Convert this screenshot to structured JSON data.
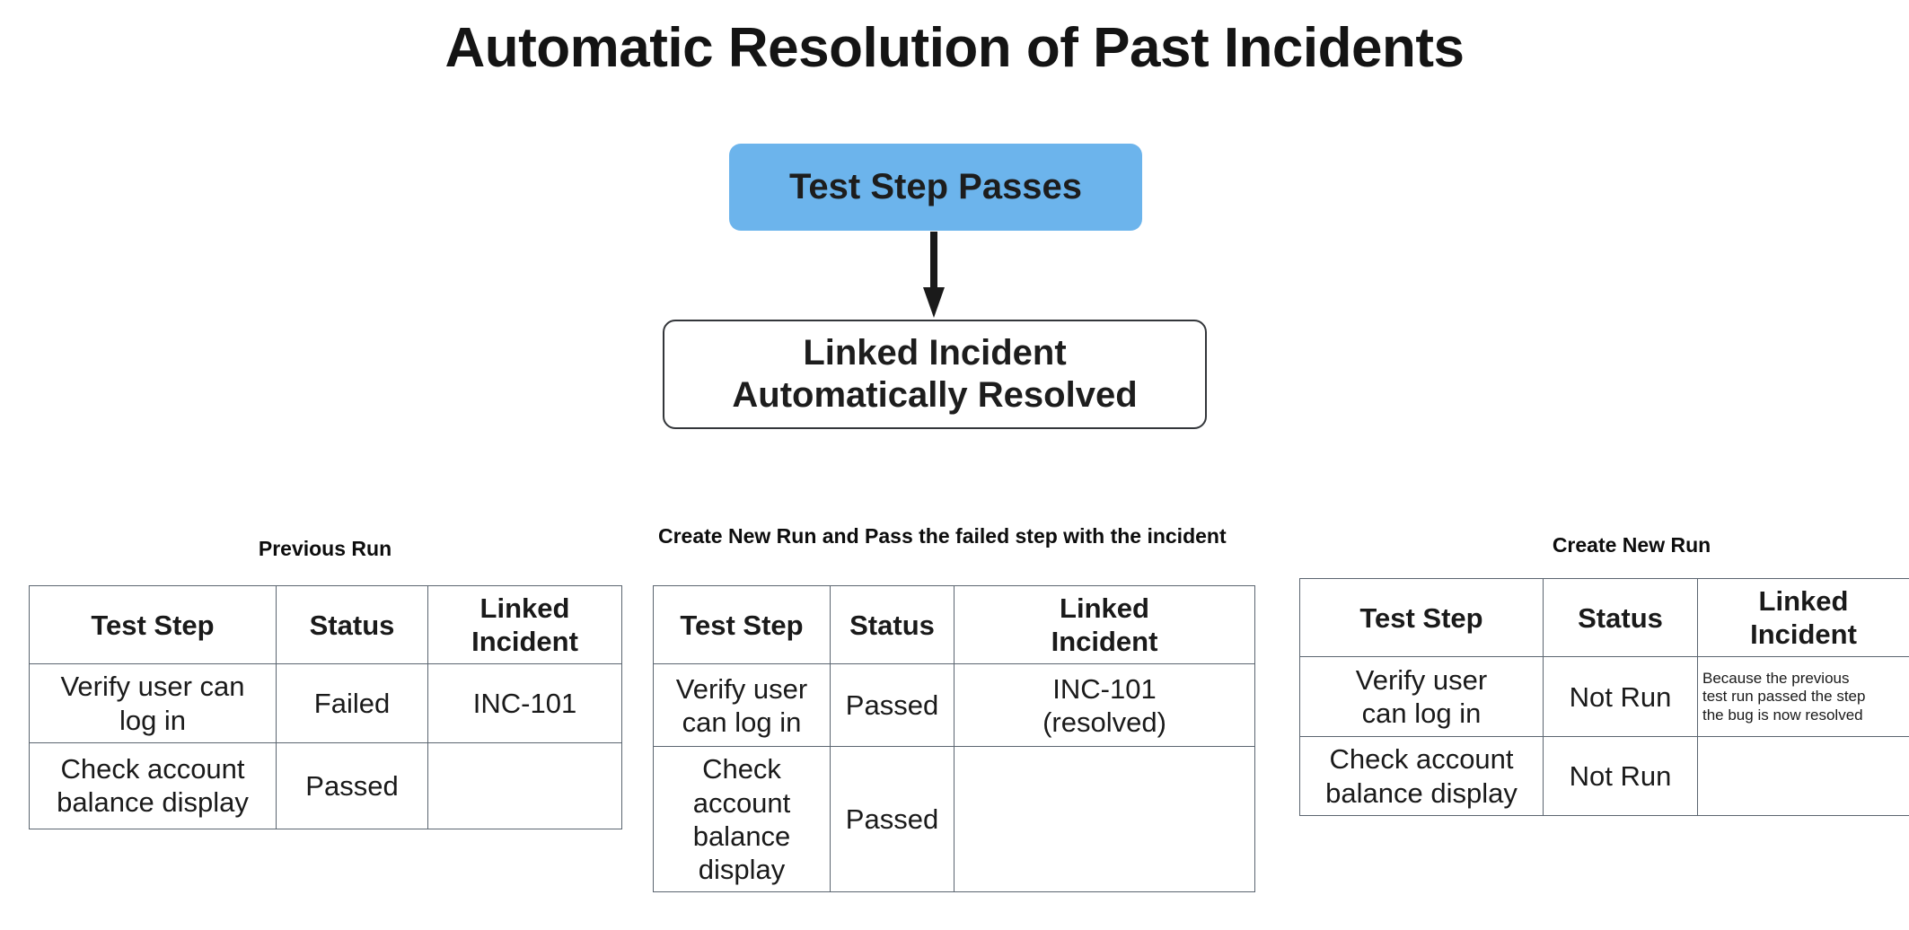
{
  "page": {
    "title": "Automatic Resolution of Past Incidents",
    "background": "#ffffff"
  },
  "flow": {
    "nodes": [
      {
        "id": "test-step-passes",
        "label": "Test Step Passes",
        "fill": "#6cb4ec",
        "shape": "rounded-rect"
      },
      {
        "id": "linked-incident-resolved",
        "line1": "Linked Incident",
        "line2": "Automatically Resolved",
        "fill": "#ffffff",
        "border": "#33363a",
        "shape": "rounded-rect"
      }
    ],
    "connector": {
      "type": "arrow-down",
      "color": "#1a1a1a"
    }
  },
  "colors": {
    "passed": "#11b24f",
    "failed": "#f22020",
    "not_run": "#9a9a9a",
    "border": "#5b6570",
    "accent_blue": "#6cb4ec"
  },
  "columns": [
    "Test Step",
    "Status",
    "Linked Incident"
  ],
  "columns_split": {
    "c3_line1": "Linked",
    "c3_line2": "Incident"
  },
  "tables": [
    {
      "id": "previous-run",
      "caption": "Previous Run",
      "caption_align": "center",
      "headers": [
        "Test Step",
        "Status",
        "Linked Incident"
      ],
      "rows": [
        {
          "step_line1": "Verify user can",
          "step_line2": "log in",
          "status": "Failed",
          "status_state": "failed",
          "linked": "INC-101"
        },
        {
          "step_line1": "Check account",
          "step_line2": "balance display",
          "status": "Passed",
          "status_state": "passed",
          "linked": ""
        }
      ]
    },
    {
      "id": "create-new-run-and-pass",
      "caption": "Create New Run and Pass the failed step with the incident",
      "caption_align": "left",
      "headers": [
        "Test Step",
        "Status",
        "Linked Incident"
      ],
      "rows": [
        {
          "step_line1": "Verify user",
          "step_line2": "can log in",
          "status": "Passed",
          "status_state": "passed",
          "linked_line1": "INC-101",
          "linked_line2": "(resolved)"
        },
        {
          "step_line1": "Check account",
          "step_line2": "balance display",
          "status": "Passed",
          "status_state": "passed",
          "linked_line1": "",
          "linked_line2": ""
        }
      ]
    },
    {
      "id": "create-new-run",
      "caption": "Create New Run",
      "caption_align": "center",
      "headers": [
        "Test Step",
        "Status",
        "Linked Incident"
      ],
      "rows": [
        {
          "step_line1": "Verify user",
          "step_line2": "can log in",
          "status": "Not Run",
          "status_state": "not-run",
          "note_line1": "Because the previous",
          "note_line2": "test run passed the step",
          "note_line3": "the bug is now resolved"
        },
        {
          "step_line1": "Check account",
          "step_line2": "balance display",
          "status": "Not Run",
          "status_state": "not-run",
          "note_line1": "",
          "note_line2": "",
          "note_line3": ""
        }
      ]
    }
  ]
}
